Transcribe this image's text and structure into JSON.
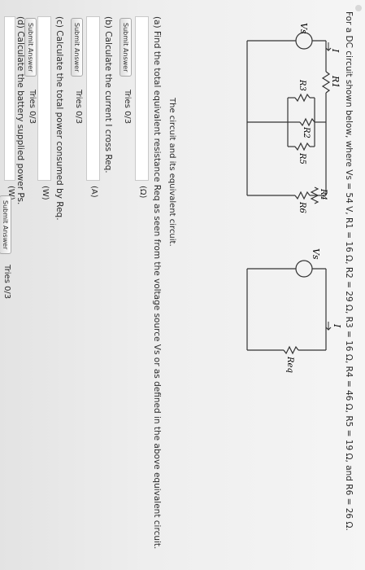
{
  "intro": "For a DC circuit shown below, where Vs = 54 V, R1 = 16 Ω, R2 = 29 Ω, R3 = 16 Ω, R4 = 46 Ω, R5 = 19 Ω, and R6 = 26 Ω.",
  "circuit": {
    "labels": {
      "vs": "Vs",
      "i": "I",
      "r1": "R1",
      "r2": "R2",
      "r3": "R3",
      "r4": "R4",
      "r5": "R5",
      "r6": "R6",
      "req": "Req"
    },
    "caption": "The circuit and its equivalent circuit."
  },
  "questions": [
    {
      "text": "(a) Find the total equivalent resistance Req as seen from the voltage source Vs or as defined in the above equivalent circuit.",
      "unit": "(Ω)",
      "submit": "Submit Answer",
      "tries": "Tries 0/3"
    },
    {
      "text": "(b) Calculate the current I cross Req.",
      "unit": "(A)",
      "submit": "Submit Answer",
      "tries": "Tries 0/3"
    },
    {
      "text": "(c) Calculate the total power consumed by Req.",
      "unit": "(W)",
      "submit": "Submit Answer",
      "tries": "Tries 0/3"
    },
    {
      "text": "(d) Calculate the battery supplied power Ps.",
      "unit": "(W)",
      "submit": "Submit Answer",
      "tries": "Tries 0/3"
    }
  ]
}
